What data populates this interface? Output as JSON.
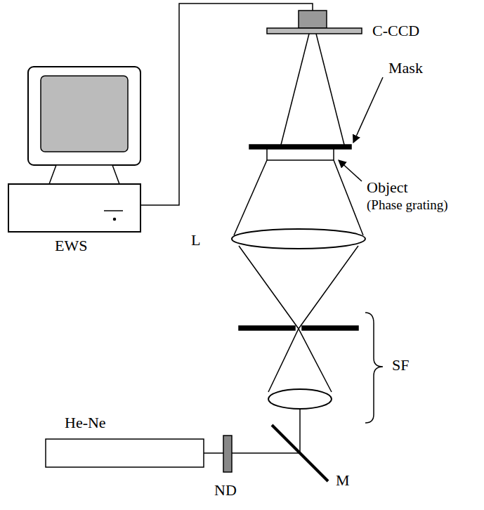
{
  "diagram": {
    "labels": [
      "C-CCD",
      "Mask",
      "Object",
      "(Phase grating)",
      "EWS",
      "L",
      "SF",
      "He-Ne",
      "ND",
      "M"
    ]
  }
}
